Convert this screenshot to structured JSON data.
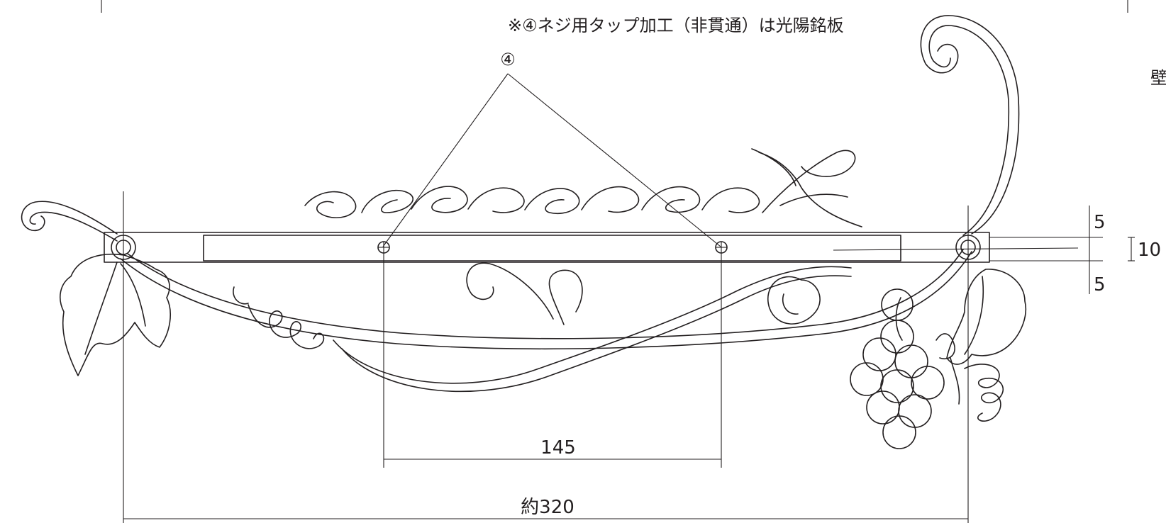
{
  "note": "※④ネジ用タップ加工（非貫通）は光陽銘板",
  "callout": "④",
  "dimensions": {
    "hole_spacing": "145",
    "overall_width": "約320",
    "height_top": "5",
    "height_total": "10",
    "height_bottom": "5"
  },
  "edge_text": "壁"
}
